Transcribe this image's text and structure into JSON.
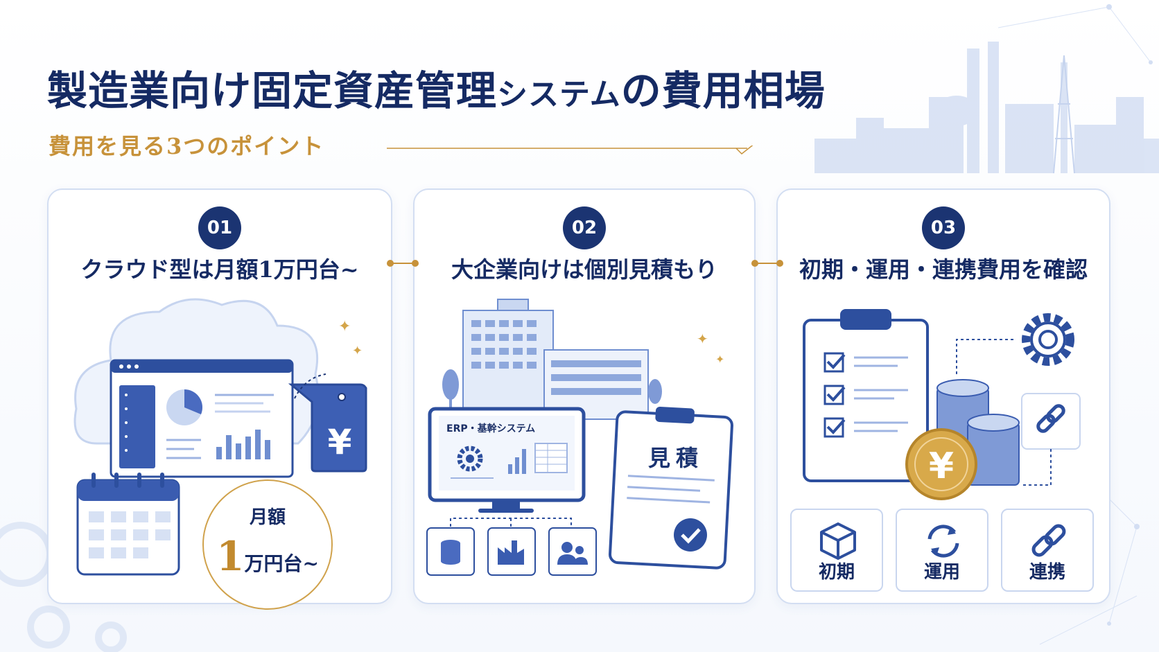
{
  "title": {
    "part1": "製造業向け固定資産管理",
    "part2": "システム",
    "part3": "の費用相場"
  },
  "subtitle": "費用を見る3つのポイント",
  "cards": [
    {
      "num": "01",
      "title": "クラウド型は月額1万円台~"
    },
    {
      "num": "02",
      "title": "大企業向けは個別見積もり"
    },
    {
      "num": "03",
      "title": "初期・運用・連携費用を確認"
    }
  ],
  "price_badge": {
    "line1": "月額",
    "big": "1",
    "rest": "万円台~"
  },
  "erp_label": "ERP・基幹システム",
  "estimate_label": "見積",
  "tiles": [
    {
      "label": "初期",
      "icon": "box-icon"
    },
    {
      "label": "運用",
      "icon": "refresh-icon"
    },
    {
      "label": "連携",
      "icon": "link-icon"
    }
  ],
  "colors": {
    "navy": "#1b3472",
    "gold": "#c7923a",
    "blue": "#4a6bc0",
    "light": "#dbe5f7"
  }
}
